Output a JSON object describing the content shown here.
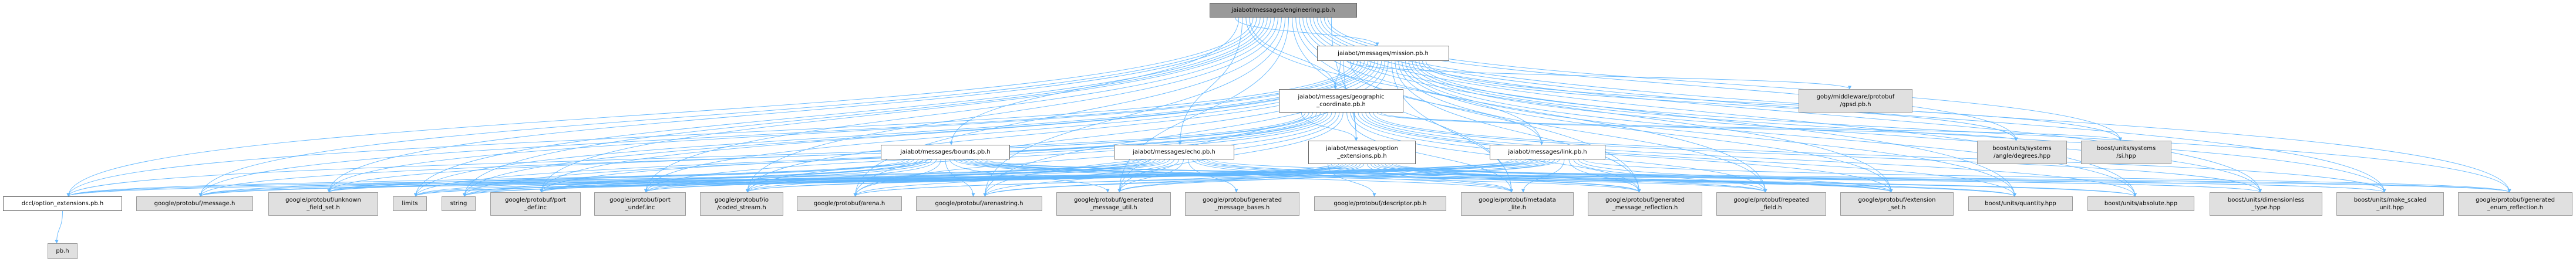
{
  "graph": {
    "root": "engineering",
    "nodes": {
      "engineering": {
        "label": "jaiabot/messages/engineering.pb.h",
        "kind": "root"
      },
      "mission": {
        "label": "jaiabot/messages/mission.pb.h",
        "kind": "local"
      },
      "geographic": {
        "label": "jaiabot/messages/geographic\n_coordinate.pb.h",
        "kind": "local"
      },
      "option_ext": {
        "label": "jaiabot/messages/option\n_extensions.pb.h",
        "kind": "local"
      },
      "link": {
        "label": "jaiabot/messages/link.pb.h",
        "kind": "local"
      },
      "bounds": {
        "label": "jaiabot/messages/bounds.pb.h",
        "kind": "local"
      },
      "echo": {
        "label": "jaiabot/messages/echo.pb.h",
        "kind": "local"
      },
      "dccl_opt": {
        "label": "dccl/option_extensions.pb.h",
        "kind": "local"
      },
      "pb_h": {
        "label": "pb.h",
        "kind": "ext"
      },
      "gpsd": {
        "label": "goby/middleware/protobuf\n/gpsd.pb.h",
        "kind": "ext"
      },
      "degrees": {
        "label": "boost/units/systems\n/angle/degrees.hpp",
        "kind": "ext"
      },
      "si": {
        "label": "boost/units/systems\n/si.hpp",
        "kind": "ext"
      },
      "message": {
        "label": "google/protobuf/message.h",
        "kind": "ext"
      },
      "unknown": {
        "label": "google/protobuf/unknown\n_field_set.h",
        "kind": "ext"
      },
      "limits": {
        "label": "limits",
        "kind": "ext"
      },
      "string": {
        "label": "string",
        "kind": "ext"
      },
      "port_def": {
        "label": "google/protobuf/port\n_def.inc",
        "kind": "ext"
      },
      "port_undef": {
        "label": "google/protobuf/port\n_undef.inc",
        "kind": "ext"
      },
      "coded_stream": {
        "label": "google/protobuf/io\n/coded_stream.h",
        "kind": "ext"
      },
      "arena": {
        "label": "google/protobuf/arena.h",
        "kind": "ext"
      },
      "arenastring": {
        "label": "google/protobuf/arenastring.h",
        "kind": "ext"
      },
      "gen_util": {
        "label": "google/protobuf/generated\n_message_util.h",
        "kind": "ext"
      },
      "gen_bases": {
        "label": "google/protobuf/generated\n_message_bases.h",
        "kind": "ext"
      },
      "descriptor": {
        "label": "google/protobuf/descriptor.pb.h",
        "kind": "ext"
      },
      "metadata": {
        "label": "google/protobuf/metadata\n_lite.h",
        "kind": "ext"
      },
      "gen_reflection": {
        "label": "google/protobuf/generated\n_message_reflection.h",
        "kind": "ext"
      },
      "repeated": {
        "label": "google/protobuf/repeated\n_field.h",
        "kind": "ext"
      },
      "extension_set": {
        "label": "google/protobuf/extension\n_set.h",
        "kind": "ext"
      },
      "quantity": {
        "label": "boost/units/quantity.hpp",
        "kind": "ext"
      },
      "absolute": {
        "label": "boost/units/absolute.hpp",
        "kind": "ext"
      },
      "dimensionless": {
        "label": "boost/units/dimensionless\n_type.hpp",
        "kind": "ext"
      },
      "make_scaled": {
        "label": "boost/units/make_scaled\n_unit.hpp",
        "kind": "ext"
      },
      "gen_enum": {
        "label": "google/protobuf/generated\n_enum_reflection.h",
        "kind": "ext"
      }
    },
    "edges": [
      [
        "engineering",
        "mission"
      ],
      [
        "engineering",
        "bounds"
      ],
      [
        "engineering",
        "echo"
      ],
      [
        "engineering",
        "link"
      ],
      [
        "engineering",
        "geographic"
      ],
      [
        "engineering",
        "dccl_opt"
      ],
      [
        "engineering",
        "message"
      ],
      [
        "engineering",
        "unknown"
      ],
      [
        "engineering",
        "limits"
      ],
      [
        "engineering",
        "string"
      ],
      [
        "engineering",
        "port_def"
      ],
      [
        "engineering",
        "port_undef"
      ],
      [
        "engineering",
        "coded_stream"
      ],
      [
        "engineering",
        "arena"
      ],
      [
        "engineering",
        "arenastring"
      ],
      [
        "engineering",
        "gen_util"
      ],
      [
        "engineering",
        "metadata"
      ],
      [
        "engineering",
        "gen_reflection"
      ],
      [
        "engineering",
        "repeated"
      ],
      [
        "engineering",
        "extension_set"
      ],
      [
        "engineering",
        "quantity"
      ],
      [
        "engineering",
        "absolute"
      ],
      [
        "engineering",
        "dimensionless"
      ],
      [
        "engineering",
        "make_scaled"
      ],
      [
        "engineering",
        "gen_enum"
      ],
      [
        "engineering",
        "degrees"
      ],
      [
        "engineering",
        "si"
      ],
      [
        "engineering",
        "option_ext"
      ],
      [
        "mission",
        "geographic"
      ],
      [
        "mission",
        "option_ext"
      ],
      [
        "mission",
        "gpsd"
      ],
      [
        "mission",
        "link"
      ],
      [
        "mission",
        "dccl_opt"
      ],
      [
        "mission",
        "message"
      ],
      [
        "mission",
        "unknown"
      ],
      [
        "mission",
        "limits"
      ],
      [
        "mission",
        "string"
      ],
      [
        "mission",
        "port_def"
      ],
      [
        "mission",
        "port_undef"
      ],
      [
        "mission",
        "coded_stream"
      ],
      [
        "mission",
        "arena"
      ],
      [
        "mission",
        "arenastring"
      ],
      [
        "mission",
        "gen_util"
      ],
      [
        "mission",
        "metadata"
      ],
      [
        "mission",
        "gen_reflection"
      ],
      [
        "mission",
        "repeated"
      ],
      [
        "mission",
        "extension_set"
      ],
      [
        "mission",
        "quantity"
      ],
      [
        "mission",
        "absolute"
      ],
      [
        "mission",
        "dimensionless"
      ],
      [
        "mission",
        "make_scaled"
      ],
      [
        "mission",
        "gen_enum"
      ],
      [
        "mission",
        "degrees"
      ],
      [
        "mission",
        "si"
      ],
      [
        "geographic",
        "option_ext"
      ],
      [
        "geographic",
        "dccl_opt"
      ],
      [
        "geographic",
        "message"
      ],
      [
        "geographic",
        "unknown"
      ],
      [
        "geographic",
        "limits"
      ],
      [
        "geographic",
        "string"
      ],
      [
        "geographic",
        "port_def"
      ],
      [
        "geographic",
        "port_undef"
      ],
      [
        "geographic",
        "coded_stream"
      ],
      [
        "geographic",
        "arena"
      ],
      [
        "geographic",
        "arenastring"
      ],
      [
        "geographic",
        "gen_util"
      ],
      [
        "geographic",
        "metadata"
      ],
      [
        "geographic",
        "gen_reflection"
      ],
      [
        "geographic",
        "repeated"
      ],
      [
        "geographic",
        "extension_set"
      ],
      [
        "geographic",
        "quantity"
      ],
      [
        "geographic",
        "absolute"
      ],
      [
        "geographic",
        "dimensionless"
      ],
      [
        "geographic",
        "make_scaled"
      ],
      [
        "geographic",
        "degrees"
      ],
      [
        "geographic",
        "si"
      ],
      [
        "option_ext",
        "descriptor"
      ],
      [
        "option_ext",
        "message"
      ],
      [
        "option_ext",
        "unknown"
      ],
      [
        "option_ext",
        "limits"
      ],
      [
        "option_ext",
        "string"
      ],
      [
        "option_ext",
        "port_def"
      ],
      [
        "option_ext",
        "port_undef"
      ],
      [
        "option_ext",
        "coded_stream"
      ],
      [
        "option_ext",
        "arena"
      ],
      [
        "option_ext",
        "arenastring"
      ],
      [
        "option_ext",
        "gen_util"
      ],
      [
        "option_ext",
        "metadata"
      ],
      [
        "option_ext",
        "gen_reflection"
      ],
      [
        "option_ext",
        "repeated"
      ],
      [
        "option_ext",
        "extension_set"
      ],
      [
        "option_ext",
        "quantity"
      ],
      [
        "option_ext",
        "absolute"
      ],
      [
        "option_ext",
        "dimensionless"
      ],
      [
        "option_ext",
        "make_scaled"
      ],
      [
        "option_ext",
        "gen_enum"
      ],
      [
        "link",
        "dccl_opt"
      ],
      [
        "link",
        "message"
      ],
      [
        "link",
        "unknown"
      ],
      [
        "link",
        "limits"
      ],
      [
        "link",
        "string"
      ],
      [
        "link",
        "port_def"
      ],
      [
        "link",
        "port_undef"
      ],
      [
        "link",
        "coded_stream"
      ],
      [
        "link",
        "arena"
      ],
      [
        "link",
        "arenastring"
      ],
      [
        "link",
        "gen_util"
      ],
      [
        "link",
        "metadata"
      ],
      [
        "link",
        "gen_reflection"
      ],
      [
        "link",
        "repeated"
      ],
      [
        "link",
        "extension_set"
      ],
      [
        "link",
        "gen_enum"
      ],
      [
        "bounds",
        "dccl_opt"
      ],
      [
        "bounds",
        "message"
      ],
      [
        "bounds",
        "unknown"
      ],
      [
        "bounds",
        "limits"
      ],
      [
        "bounds",
        "string"
      ],
      [
        "bounds",
        "port_def"
      ],
      [
        "bounds",
        "port_undef"
      ],
      [
        "bounds",
        "coded_stream"
      ],
      [
        "bounds",
        "arena"
      ],
      [
        "bounds",
        "arenastring"
      ],
      [
        "bounds",
        "gen_util"
      ],
      [
        "bounds",
        "metadata"
      ],
      [
        "bounds",
        "gen_reflection"
      ],
      [
        "bounds",
        "repeated"
      ],
      [
        "bounds",
        "extension_set"
      ],
      [
        "bounds",
        "quantity"
      ],
      [
        "bounds",
        "absolute"
      ],
      [
        "bounds",
        "dimensionless"
      ],
      [
        "bounds",
        "make_scaled"
      ],
      [
        "echo",
        "dccl_opt"
      ],
      [
        "echo",
        "message"
      ],
      [
        "echo",
        "unknown"
      ],
      [
        "echo",
        "limits"
      ],
      [
        "echo",
        "string"
      ],
      [
        "echo",
        "port_def"
      ],
      [
        "echo",
        "port_undef"
      ],
      [
        "echo",
        "coded_stream"
      ],
      [
        "echo",
        "arena"
      ],
      [
        "echo",
        "arenastring"
      ],
      [
        "echo",
        "gen_util"
      ],
      [
        "echo",
        "gen_bases"
      ],
      [
        "echo",
        "metadata"
      ],
      [
        "echo",
        "gen_reflection"
      ],
      [
        "echo",
        "repeated"
      ],
      [
        "echo",
        "extension_set"
      ],
      [
        "echo",
        "gen_enum"
      ],
      [
        "dccl_opt",
        "pb_h"
      ]
    ],
    "edge_color": "#63b8ff"
  }
}
